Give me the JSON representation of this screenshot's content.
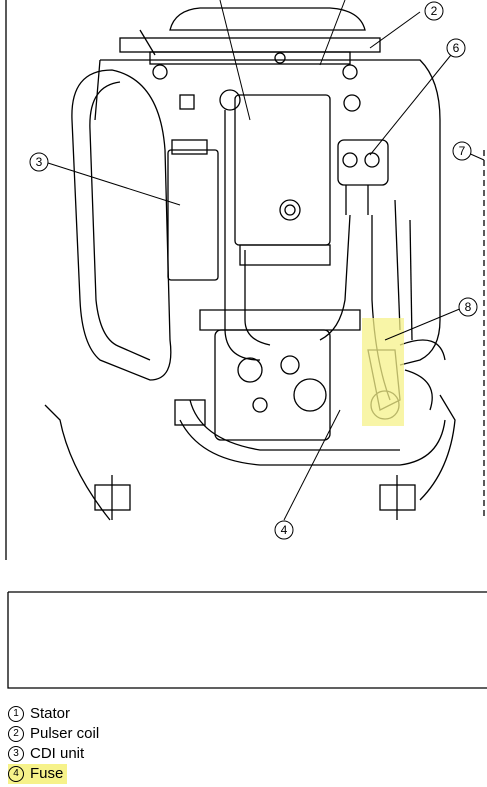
{
  "callouts": {
    "c2": "2",
    "c3": "3",
    "c4": "4",
    "c6": "6",
    "c7": "7",
    "c8": "8"
  },
  "highlight_color": "#f6f28a",
  "legend": [
    {
      "num": "1",
      "label": "Stator"
    },
    {
      "num": "2",
      "label": "Pulser coil"
    },
    {
      "num": "3",
      "label": "CDI unit"
    },
    {
      "num": "4",
      "label": "Fuse"
    }
  ]
}
